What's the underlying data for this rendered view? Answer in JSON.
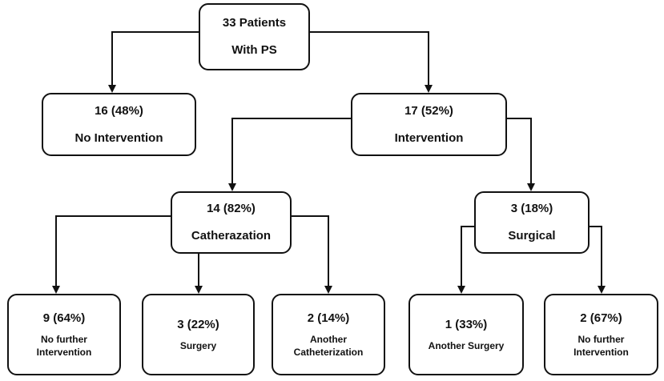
{
  "nodes": {
    "root": {
      "line1": "33 Patients",
      "line2": "With PS"
    },
    "no_intervention": {
      "line1": "16 (48%)",
      "line2": "No Intervention"
    },
    "intervention": {
      "line1": "17 (52%)",
      "line2": "Intervention"
    },
    "catheterization": {
      "line1": "14 (82%)",
      "line2": "Catherazation"
    },
    "surgical": {
      "line1": "3 (18%)",
      "line2": "Surgical"
    },
    "cath_no_further": {
      "line1": "9 (64%)",
      "line2": "No further\nIntervention"
    },
    "cath_surgery": {
      "line1": "3 (22%)",
      "line2": "Surgery"
    },
    "cath_another_cath": {
      "line1": "2 (14%)",
      "line2": "Another\nCatheterization"
    },
    "surg_another_surgery": {
      "line1": "1 (33%)",
      "line2": "Another Surgery"
    },
    "surg_no_further": {
      "line1": "2 (67%)",
      "line2": "No further\nIntervention"
    }
  }
}
